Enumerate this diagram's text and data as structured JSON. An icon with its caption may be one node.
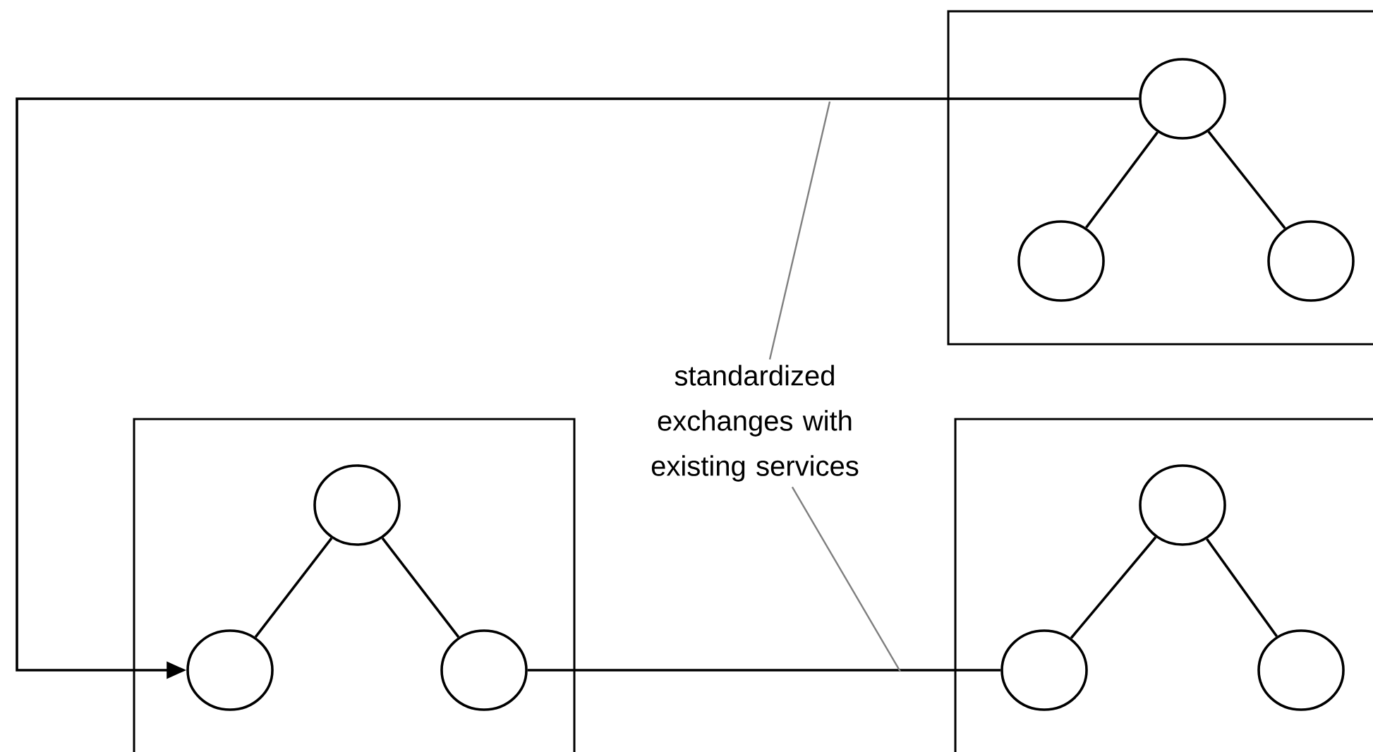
{
  "diagram": {
    "nodes": [
      {
        "text": [],
        "shape": "box"
      },
      {
        "text": [],
        "shape": "circle",
        "in": 0
      },
      {
        "text": [],
        "shape": "circle",
        "in": 0
      },
      {
        "text": [],
        "shape": "circle",
        "in": 0
      },
      {
        "text": [],
        "shape": "box"
      },
      {
        "text": [],
        "shape": "circle",
        "in": 4
      },
      {
        "text": [],
        "shape": "circle",
        "in": 4
      },
      {
        "text": [],
        "shape": "circle",
        "in": 4
      },
      {
        "text": [],
        "shape": "box"
      },
      {
        "text": [],
        "shape": "circle",
        "in": 8
      },
      {
        "text": [],
        "shape": "circle",
        "in": 8
      },
      {
        "text": [],
        "shape": "circle",
        "in": 8
      },
      {
        "text": [
          "standardized exchanges with existing services"
        ]
      }
    ],
    "edges": [
      {
        "from": 1,
        "to": 2,
        "arrow": "none"
      },
      {
        "from": 1,
        "to": 3,
        "arrow": "none"
      },
      {
        "from": 5,
        "to": 6,
        "arrow": "none"
      },
      {
        "from": 5,
        "to": 7,
        "arrow": "none"
      },
      {
        "from": 9,
        "to": 10,
        "arrow": "none"
      },
      {
        "from": 9,
        "to": 11,
        "arrow": "none"
      },
      {
        "from": 1,
        "to": 6,
        "arrow": "to"
      },
      {
        "from": 7,
        "to": 10,
        "arrow": "none"
      },
      {
        "from": 12,
        "to": null,
        "arrow": "none",
        "color": "#7f7f7f"
      },
      {
        "from": 12,
        "to": null,
        "arrow": "none",
        "color": "#7f7f7f"
      }
    ]
  }
}
